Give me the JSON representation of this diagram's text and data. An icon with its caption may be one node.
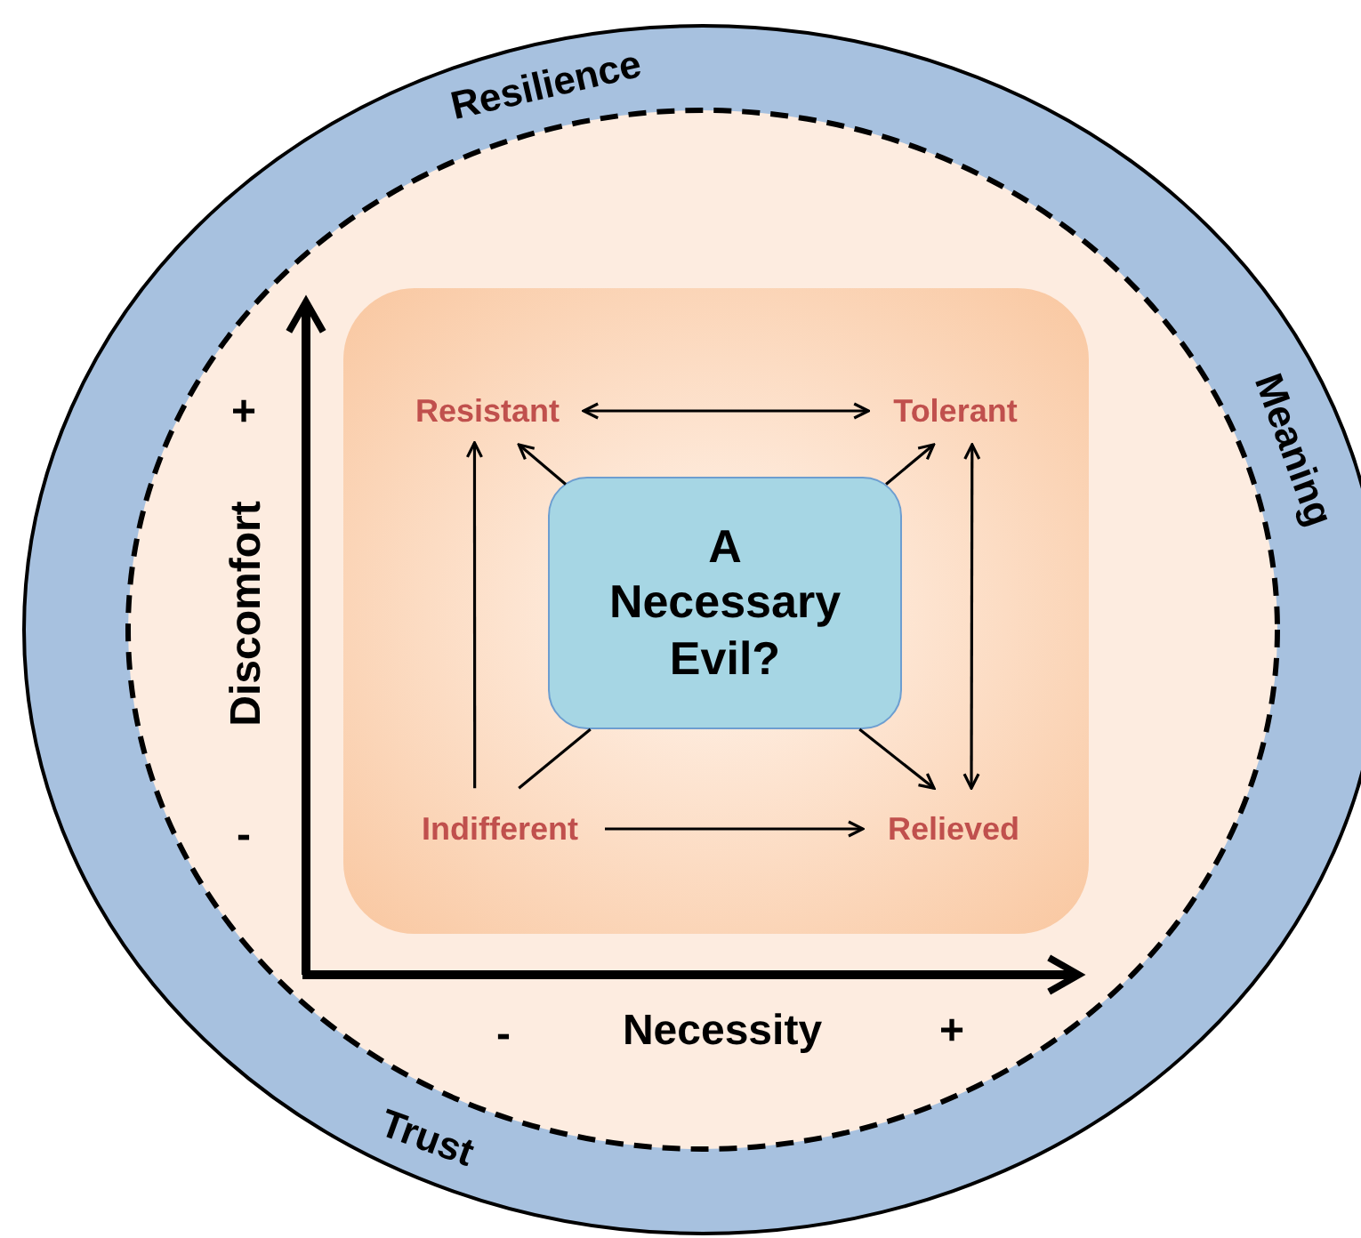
{
  "diagram": {
    "nodes": [
      {
        "text": [
          "Resilience",
          "Meaning",
          "Trust"
        ]
      },
      {
        "text": [],
        "shape": "box",
        "in": 0
      },
      {
        "text": [
          "A Necessary Evil?"
        ],
        "in": 1
      },
      {
        "text": [
          "Resistant"
        ],
        "in": 1
      },
      {
        "text": [
          "Tolerant"
        ],
        "in": 1
      },
      {
        "text": [
          "Indifferent"
        ],
        "in": 1
      },
      {
        "text": [
          "Relieved"
        ],
        "in": 1
      }
    ],
    "edges": [
      {
        "from": 3,
        "to": 4,
        "arrow": "both"
      },
      {
        "from": 2,
        "to": 3,
        "arrow": "to"
      },
      {
        "from": 2,
        "to": 4,
        "arrow": "to"
      },
      {
        "from": 5,
        "to": 2,
        "arrow": "none"
      },
      {
        "from": 5,
        "to": 3,
        "arrow": "to"
      },
      {
        "from": 5,
        "to": 6,
        "arrow": "to"
      },
      {
        "from": 2,
        "to": 6,
        "arrow": "to"
      },
      {
        "from": 4,
        "to": 6,
        "arrow": "both"
      }
    ],
    "labels": [
      "+",
      "Discomfort",
      "-",
      "-",
      "Necessity",
      "+"
    ]
  }
}
